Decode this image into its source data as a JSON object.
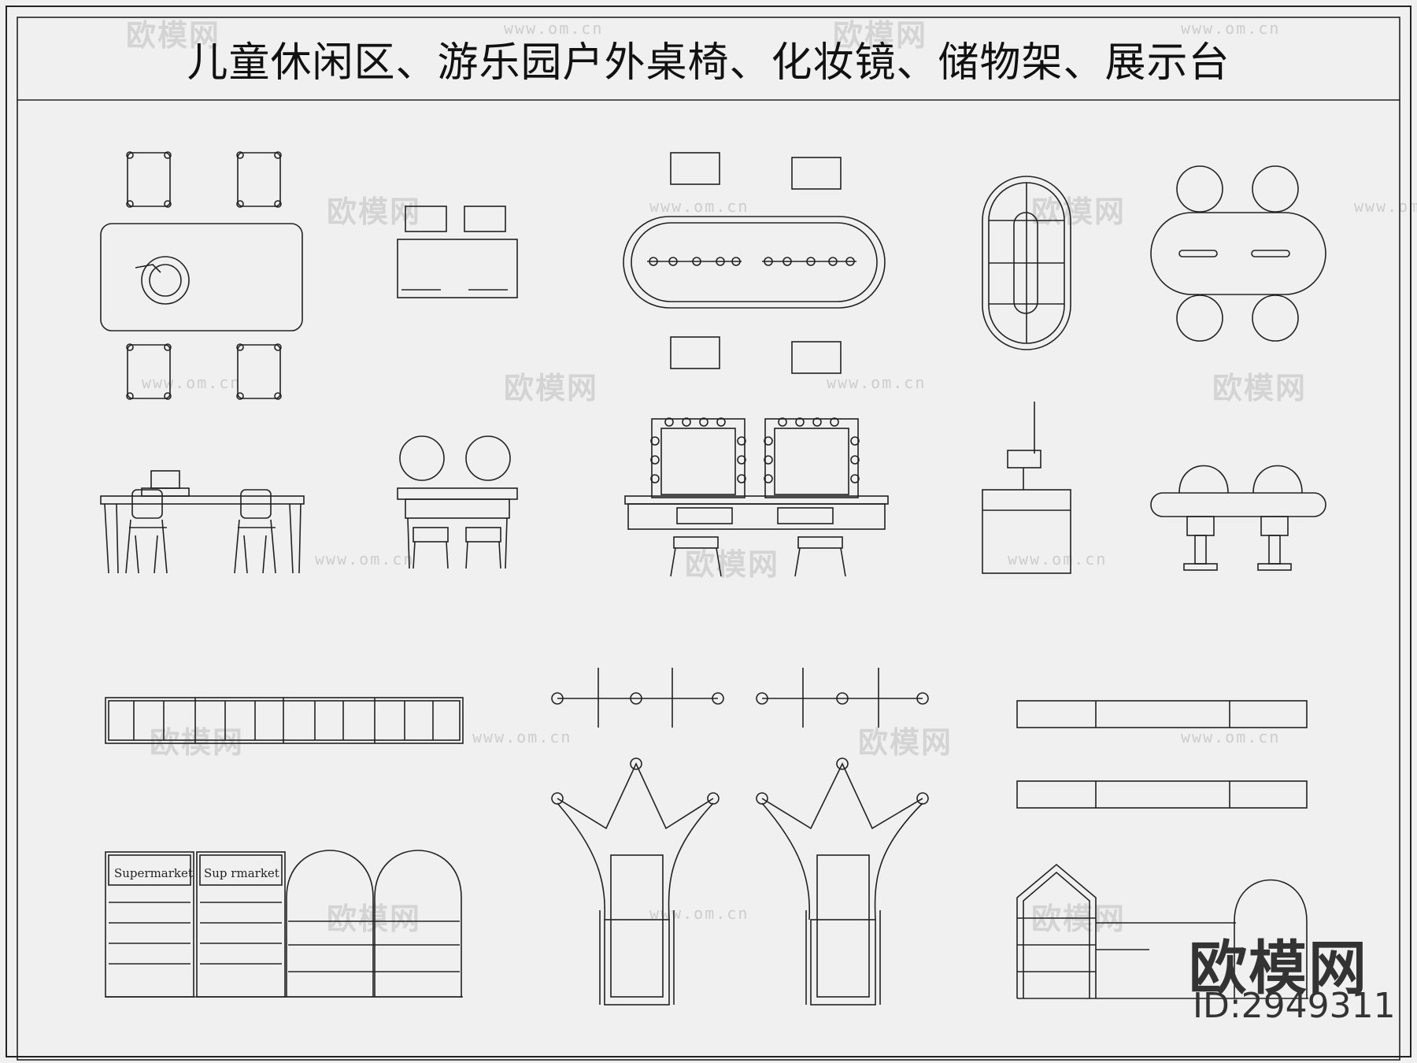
{
  "drawing": {
    "title": "儿童休闲区、游乐园户外桌椅、化妆镜、储物架、展示台",
    "shelf_sign_1": "Supermarket",
    "shelf_sign_2": "Sup rmarket"
  },
  "branding": {
    "logo_text": "欧模网",
    "id_text": "ID:2949311",
    "watermark_cn": "欧模网",
    "watermark_url": "www.om.cn"
  },
  "colors": {
    "background": "#f0f0f0",
    "line": "#222222",
    "watermark": "#d0d0d0",
    "brand": "#333333"
  }
}
